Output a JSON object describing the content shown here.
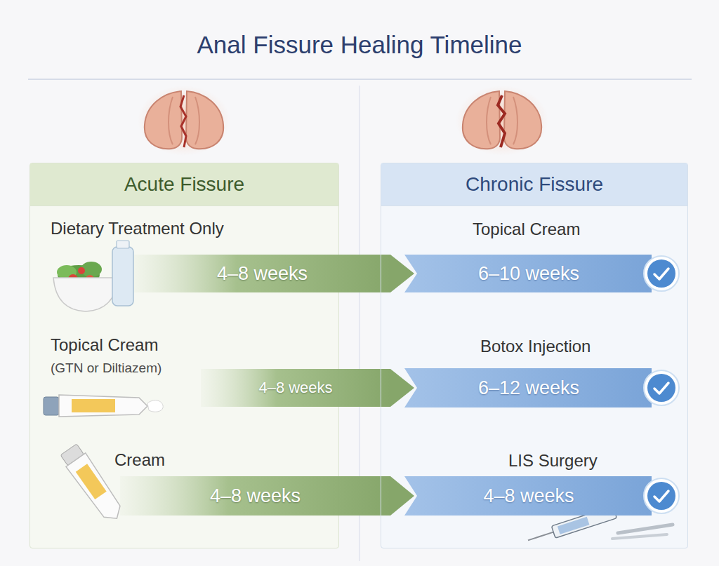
{
  "diagram": {
    "title": "Anal Fissure Healing Timeline",
    "nodes": [
      {
        "text": [
          "Acute Fissure"
        ]
      },
      {
        "text": [
          "4–8 weeks"
        ],
        "in": 0
      },
      {
        "text": [
          "4–8 weeks"
        ],
        "in": 0
      },
      {
        "text": [
          "4–8 weeks"
        ],
        "in": 0
      },
      {
        "text": [
          "Chronic Fissure"
        ]
      },
      {
        "text": [
          "6–10 weeks"
        ],
        "in": 4
      },
      {
        "text": [
          "6–12 weeks"
        ],
        "in": 4
      },
      {
        "text": [
          "4–8 weeks"
        ],
        "in": 4
      }
    ],
    "edges": [
      {
        "from": 1,
        "to": 5,
        "arrow": "to"
      },
      {
        "from": 2,
        "to": 6,
        "arrow": "to"
      },
      {
        "from": 3,
        "to": 7,
        "arrow": "to"
      }
    ],
    "labels": [
      "Dietary Treatment Only",
      "Topical Cream",
      "(GTN or Diltiazem)",
      "Cream",
      "Topical Cream",
      "Botox Injection",
      "LIS Surgery"
    ]
  }
}
